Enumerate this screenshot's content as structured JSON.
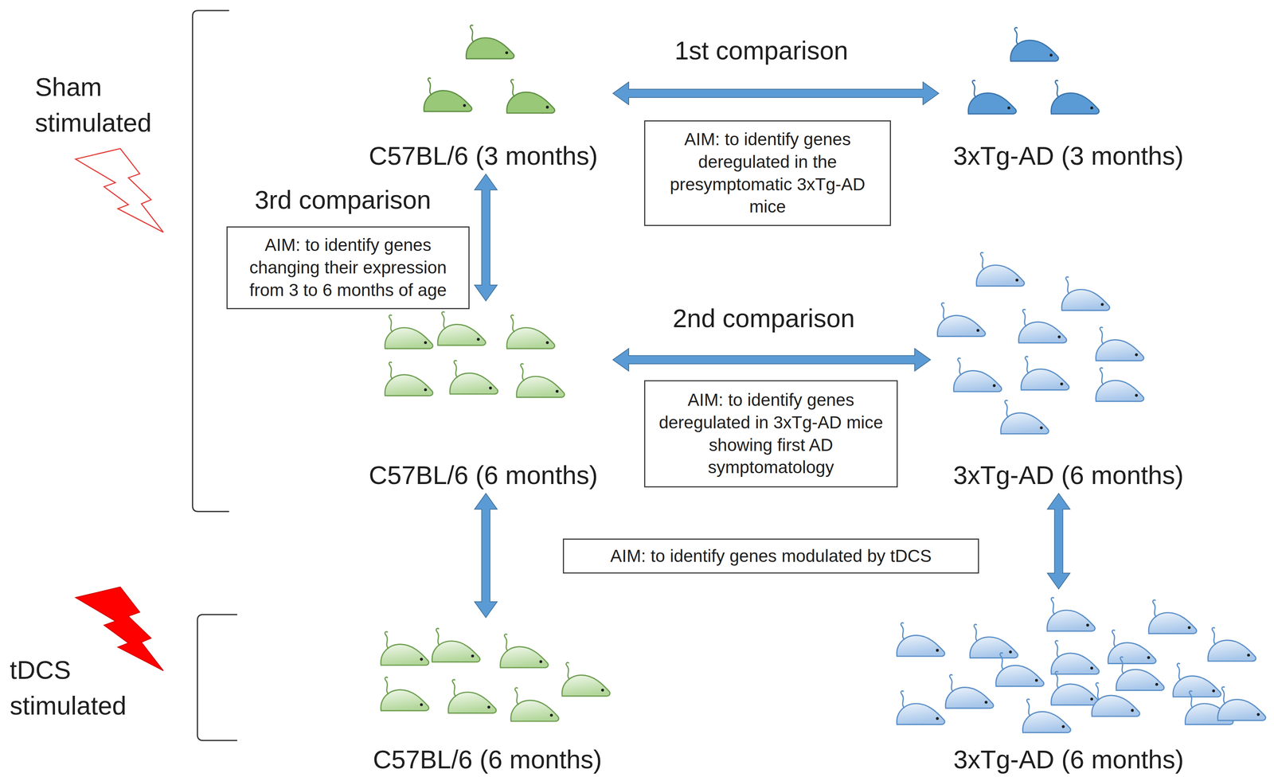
{
  "diagram": {
    "nodes": [
      {
        "text": [
          "C57BL/6 (3 months)"
        ]
      },
      {
        "text": [
          "3xTg-AD (3 months)"
        ]
      },
      {
        "text": [
          "AIM: to identify genes deregulated in the presymptomatic 3xTg-AD mice"
        ]
      },
      {
        "text": [
          "AIM: to identify genes changing their expression from 3 to 6 months of age"
        ]
      },
      {
        "text": [
          "C57BL/6 (6 months)"
        ]
      },
      {
        "text": [
          "3xTg-AD (6 months)"
        ]
      },
      {
        "text": [
          "AIM: to identify genes deregulated in 3xTg-AD mice showing first AD symptomatology"
        ]
      },
      {
        "text": [
          "AIM: to identify genes modulated by tDCS"
        ]
      },
      {
        "text": [
          "C57BL/6 (6 months)"
        ]
      },
      {
        "text": [
          "3xTg-AD (6 months)"
        ]
      }
    ],
    "edges": [
      {
        "from": 0,
        "to": 1,
        "arrow": "both",
        "label": "1st comparison"
      },
      {
        "from": 0,
        "to": 4,
        "arrow": "both",
        "label": "3rd comparison"
      },
      {
        "from": 4,
        "to": 5,
        "arrow": "both",
        "label": "2nd comparison"
      },
      {
        "from": 4,
        "to": 8,
        "arrow": "both"
      },
      {
        "from": 5,
        "to": 9,
        "arrow": "both"
      }
    ],
    "labels": [
      "Sham stimulated",
      "tDCS stimulated"
    ]
  }
}
